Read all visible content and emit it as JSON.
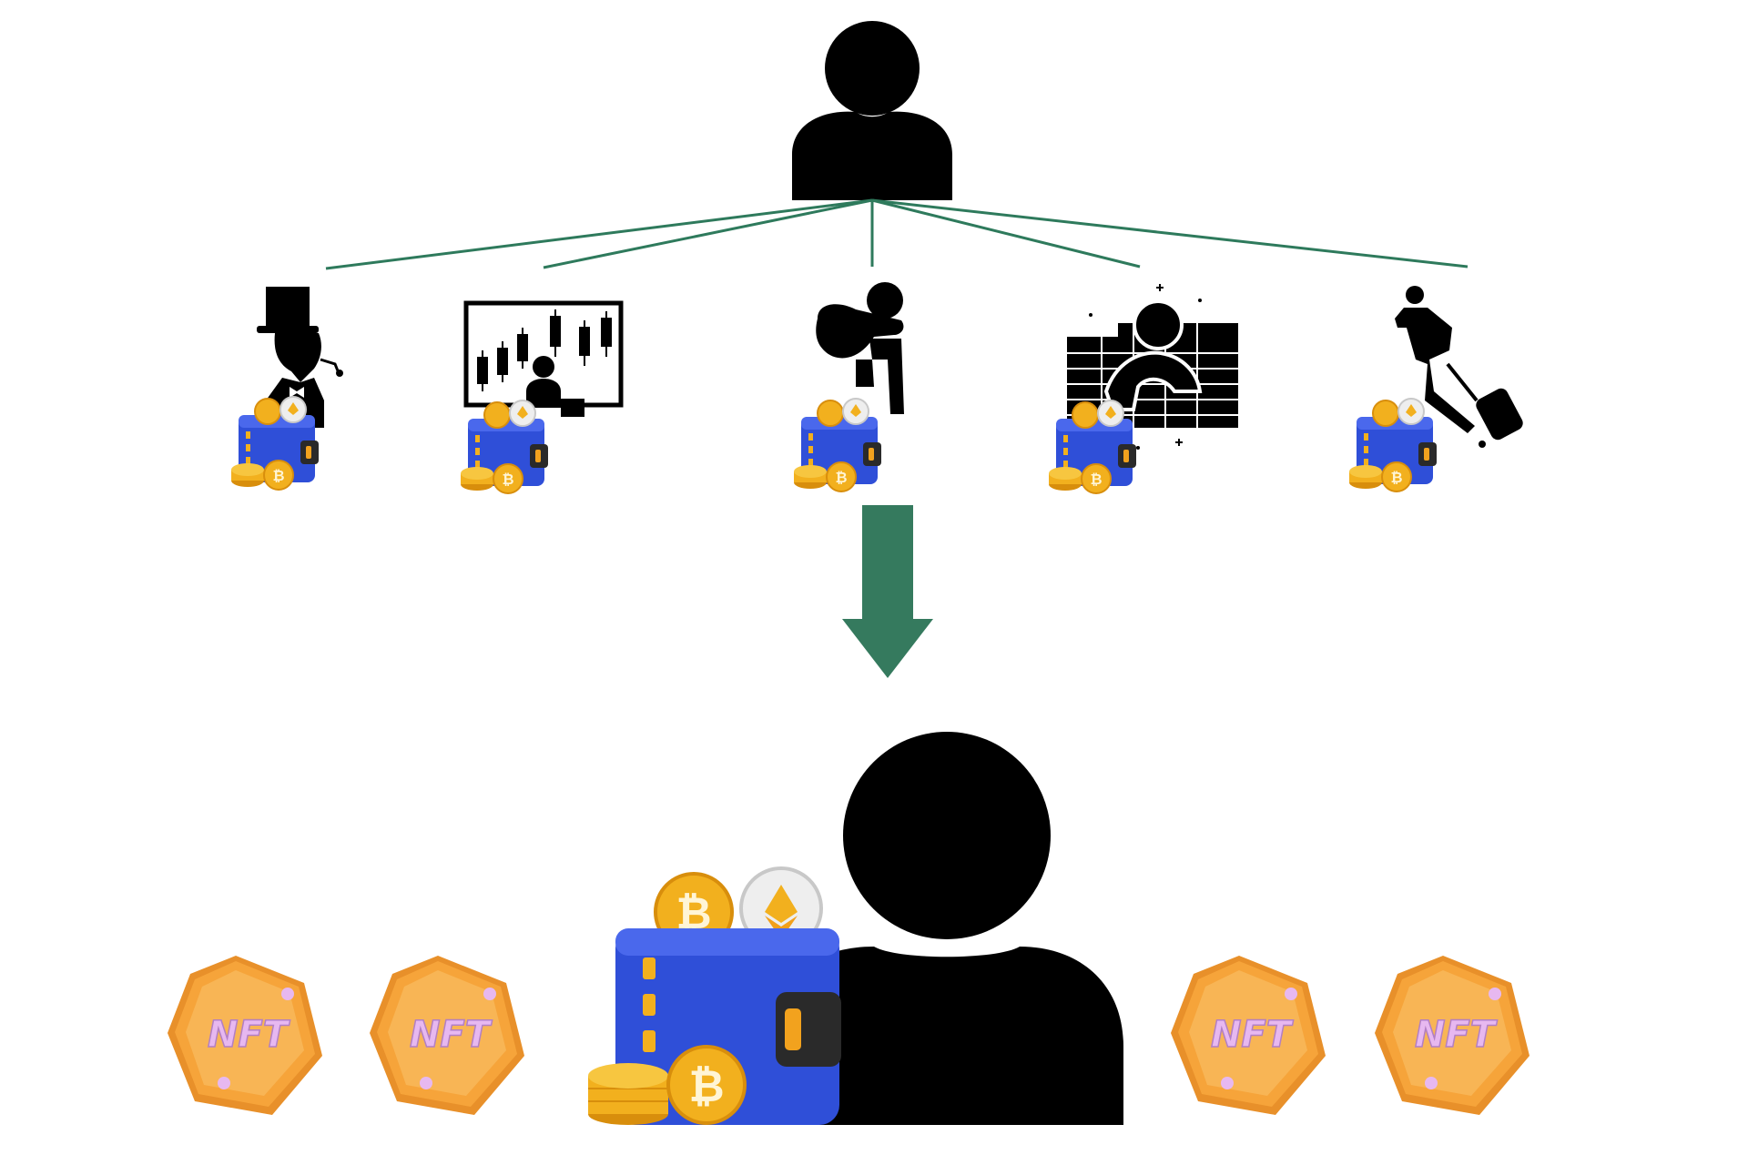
{
  "colors": {
    "connector": "#2e7a5c",
    "arrow": "#357a5e",
    "silhouette": "#000000",
    "wallet": "#2f4fd8",
    "wallet_dark": "#1f34a8",
    "coin_gold": "#f2b01e",
    "coin_gold_dark": "#d88e0c",
    "nft_orange": "#f6a43a",
    "nft_text": "#e7b8f0",
    "eth_silver": "#e6e6e6"
  },
  "icons": {
    "top_person": "person-icon",
    "personas": [
      "top-hat-gentleman-icon",
      "chart-trader-icon",
      "thief-with-sack-icon",
      "money-wall-icon",
      "traveler-with-suitcase-icon"
    ],
    "flow": "arrow-down-icon",
    "bottom_person": "person-icon",
    "wallet": "crypto-wallet-icon"
  },
  "nft_labels": [
    "NFT",
    "NFT",
    "NFT",
    "NFT"
  ],
  "coin_symbol": "₿"
}
